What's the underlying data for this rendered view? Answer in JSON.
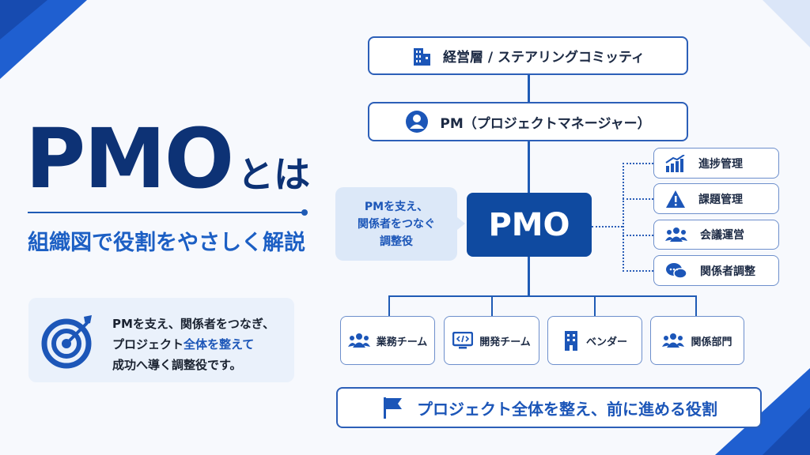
{
  "title": {
    "main": "PMO",
    "suffix": "とは",
    "subtitle": "組織図で役割をやさしく解説"
  },
  "card": {
    "line1": "PMを支え、関係者をつなぎ、",
    "line2_a": "プロジェクト",
    "line2_b": "全体を整えて",
    "line3": "成功へ導く調整役です。",
    "icon": "target-icon"
  },
  "org": {
    "top": "経営層 / ステアリングコミッティ",
    "pm": "PM（プロジェクトマネージャー）",
    "pmo": "PMO",
    "bubble": [
      "PMを支え、",
      "関係者をつなぐ",
      "調整役"
    ],
    "functions": [
      {
        "label": "進捗管理",
        "icon": "chart-icon"
      },
      {
        "label": "課題管理",
        "icon": "warning-icon"
      },
      {
        "label": "会議運営",
        "icon": "group-icon"
      },
      {
        "label": "関係者調整",
        "icon": "chat-icon"
      }
    ],
    "teams": [
      {
        "label": "業務チーム",
        "icon": "group-icon"
      },
      {
        "label": "開発チーム",
        "icon": "code-icon"
      },
      {
        "label": "ベンダー",
        "icon": "building-icon"
      },
      {
        "label": "関係部門",
        "icon": "group-icon"
      }
    ],
    "banner": "プロジェクト全体を整え、前に進める役割"
  },
  "colors": {
    "navy": "#0d3275",
    "accent": "#1c56b8",
    "pmo": "#0f4aa0"
  }
}
